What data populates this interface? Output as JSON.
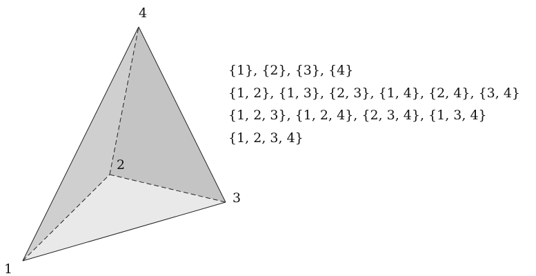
{
  "vertices": [
    {
      "id": "1",
      "label": "1"
    },
    {
      "id": "2",
      "label": "2"
    },
    {
      "id": "3",
      "label": "3"
    },
    {
      "id": "4",
      "label": "4"
    }
  ],
  "subsets": {
    "singletons": "{1}, {2}, {3}, {4}",
    "pairs": "{1, 2}, {1, 3}, {2, 3}, {1, 4}, {2, 4}, {3, 4}",
    "triples": "{1, 2, 3}, {1, 2, 4}, {2, 3, 4}, {1, 3, 4}",
    "full": "{1, 2, 3, 4}"
  },
  "colors": {
    "face_left": "#cfcfcf",
    "face_right": "#c4c4c4",
    "face_bottom": "#e9e9e9",
    "edge": "#222222"
  }
}
